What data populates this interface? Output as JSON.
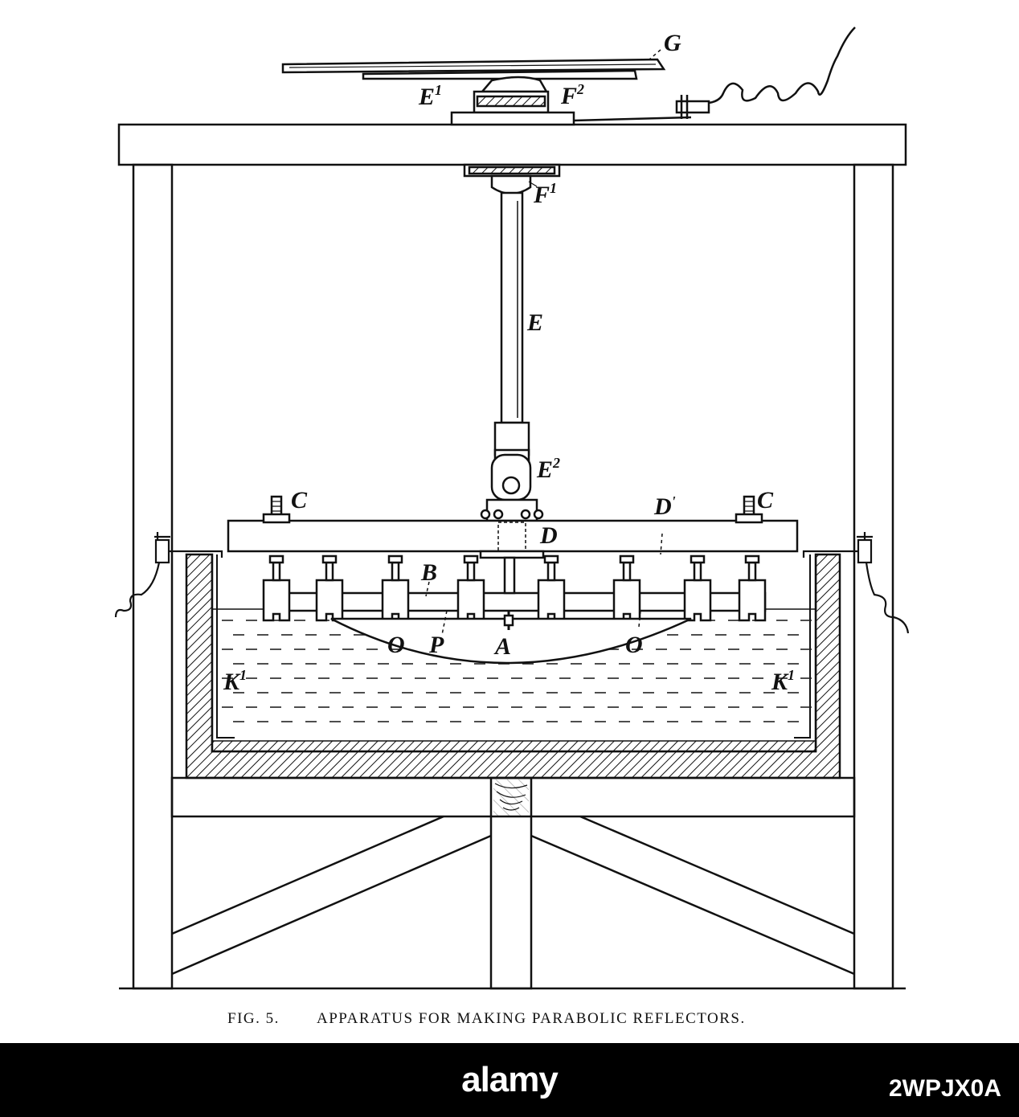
{
  "figure": {
    "caption_number": "FIG. 5.",
    "caption_title": "APPARATUS FOR MAKING PARABOLIC REFLECTORS.",
    "labels": {
      "G": "G",
      "E1": "E",
      "E1_sup": "1",
      "F2": "F",
      "F2_sup": "2",
      "F1": "F",
      "F1_sup": "1",
      "E": "E",
      "E2": "E",
      "E2_sup": "2",
      "C_left": "C",
      "C_right": "C",
      "D1": "D",
      "D1_sup": "'",
      "D": "D",
      "B": "B",
      "O_left": "O",
      "P": "P",
      "A": "A",
      "O_right": "O",
      "K1_left": "K",
      "K1_left_sup": "1",
      "K1_right": "K",
      "K1_right_sup": "1"
    }
  },
  "banner": {
    "brand": "alamy",
    "stock_id": "2WPJX0A"
  }
}
